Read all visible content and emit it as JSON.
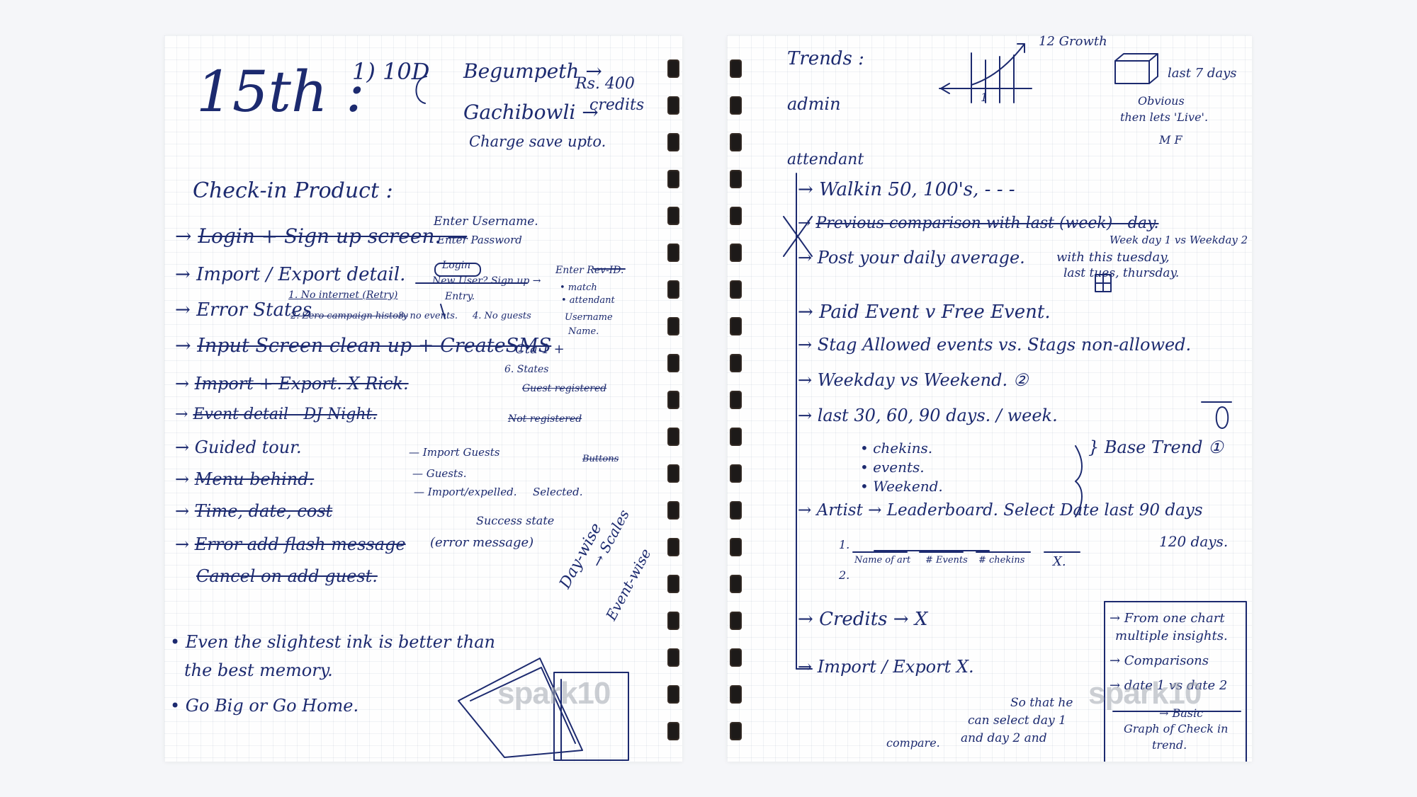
{
  "left": {
    "date": "15th :",
    "header_1": "1) 10D",
    "header_begumpet": "Begumpeth →",
    "header_rs": "Rs. 400",
    "header_credits": "credits",
    "header_gachibowli": "Gachibowli →",
    "header_charge": "Charge save upto.",
    "section_title": "Check-in Product :",
    "items": [
      {
        "text": "Login + Sign up screen. —",
        "struck": true
      },
      {
        "text": "Import / Export detail.",
        "struck": false
      },
      {
        "text": "Error States",
        "struck": false
      },
      {
        "text": "Input Screen clean up + CreateSMS",
        "struck": true
      },
      {
        "text": "Import + Export. X Rick.",
        "struck": true
      },
      {
        "text": "Event detail - DJ Night.",
        "struck": true
      },
      {
        "text": "Guided tour.",
        "struck": false
      },
      {
        "text": "Menu behind.",
        "struck": true
      },
      {
        "text": "Time, date, cost",
        "struck": true
      },
      {
        "text": "Error add flash message",
        "struck": true
      },
      {
        "text": "Cancel on add guest.",
        "struck": true
      }
    ],
    "login_notes": [
      "Enter Username.",
      "Enter Password",
      "Login",
      "New User? Sign up →",
      "Entry."
    ],
    "error_notes": [
      "1. No internet (Retry)",
      "2. Zero campaign history",
      "3. no events.",
      "4. No guests",
      "6. States",
      "Guest registered",
      "Not registered"
    ],
    "enter_notes": [
      "Enter Rev-ID.",
      "• match",
      "• attendant",
      "Username",
      "Name."
    ],
    "cta_note": "Cta 1 +",
    "guided_notes": [
      "— Import Guests",
      "— Guests.",
      "— Import/expelled.",
      "Selected.",
      "Buttons"
    ],
    "flash_notes": [
      "Success state",
      "(error message)"
    ],
    "diagonal_notes": [
      "Day-wise",
      "→ Scales",
      "Event-wise"
    ],
    "bullet_1_line1": "• Even the slightest ink is better than",
    "bullet_1_line2": "the best memory.",
    "bullet_2": "• Go Big or Go Home.",
    "watermark": "spark10"
  },
  "right": {
    "trends": "Trends :",
    "admin": "admin",
    "growth": "12 Growth",
    "chart_mark": "1",
    "box_note": "last 7 days",
    "obvious": "Obvious",
    "then_lets": "then lets 'Live'.",
    "mf": "M F",
    "attendant": "attendant",
    "items": [
      {
        "text": "Walkin 50, 100's, - - -",
        "struck": false
      },
      {
        "text": "Previous comparison with last (week) - day.",
        "struck": true
      },
      {
        "text": "Post your daily average.",
        "struck": false
      },
      {
        "text": "Paid Event v Free Event.",
        "struck": false
      },
      {
        "text": "Stag Allowed events vs. Stags non-allowed.",
        "struck": false
      },
      {
        "text": "Weekday vs Weekend. ②",
        "struck": false
      },
      {
        "text": "last 30, 60, 90 days. / week.",
        "struck": false
      },
      {
        "text": "Artist → Leaderboard. Select Date last 90 days",
        "struck": false
      },
      {
        "text": "Credits → X",
        "struck": false
      },
      {
        "text": "Import / Export X.",
        "struck": false
      }
    ],
    "weekday_note_1": "Week day 1 vs Weekday 2",
    "weekday_note_2": "with this tuesday,",
    "weekday_note_3": "last tues, thursday.",
    "sub_bullets": [
      "• chekins.",
      "• events.",
      "• Weekend."
    ],
    "base_trend": "} Base Trend ①",
    "days_120": "120 days.",
    "leaderboard_cols": [
      "Name of art",
      "# Events",
      "# chekins",
      "X."
    ],
    "row_numbers": [
      "1.",
      "2."
    ],
    "box_lines": [
      "→ From one chart",
      "multiple insights.",
      "→ Comparisons",
      "→ date 1 vs date 2",
      "→ Basic",
      "Graph of Check in",
      "trend."
    ],
    "so_that": [
      "So that he",
      "can select day 1",
      "and day 2 and",
      "compare."
    ],
    "watermark": "spark10"
  }
}
